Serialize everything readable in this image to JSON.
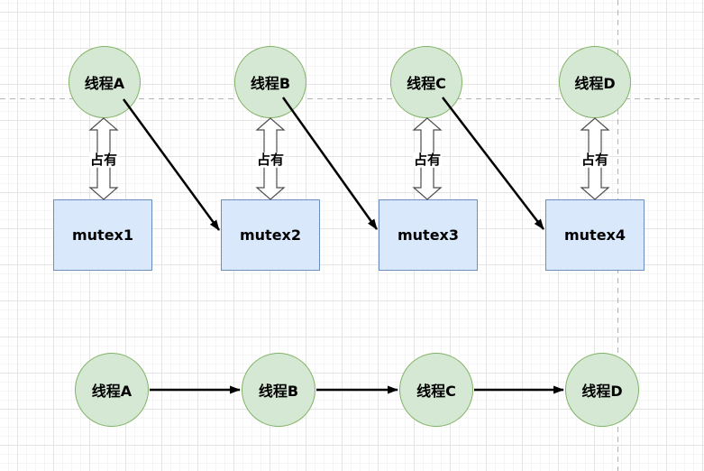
{
  "diagram": {
    "hold_label": "占有",
    "top_threads": [
      {
        "label": "线程A"
      },
      {
        "label": "线程B"
      },
      {
        "label": "线程C"
      },
      {
        "label": "线程D"
      }
    ],
    "mutexes": [
      {
        "label": "mutex1"
      },
      {
        "label": "mutex2"
      },
      {
        "label": "mutex3"
      },
      {
        "label": "mutex4"
      }
    ],
    "wait_chain_threads": [
      {
        "label": "线程A"
      },
      {
        "label": "线程B"
      },
      {
        "label": "线程C"
      },
      {
        "label": "线程D"
      }
    ]
  },
  "colors": {
    "thread_fill": "#d5e8d4",
    "thread_border": "#82b366",
    "mutex_fill": "#dae8fc",
    "mutex_border": "#6c8ebf",
    "solid_arrow": "#000000",
    "hold_arrow_outline": "#4d4d4d",
    "page_break_dash": "#b3b3b3",
    "grid_minor": "#f5f5f5",
    "grid_major": "#e4e4e4"
  }
}
